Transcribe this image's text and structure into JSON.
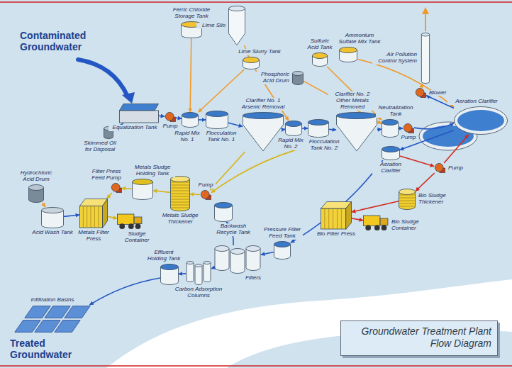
{
  "diagram": {
    "title": "Groundwater Treatment Plant Flow Diagram",
    "nodes": [
      {
        "text": [
          "Ferric Chloride Storage Tank"
        ]
      },
      {
        "text": [
          "Lime Silo"
        ]
      },
      {
        "text": [
          "Lime Slurry Tank"
        ]
      },
      {
        "text": [
          "Sulfuric Acid Tank"
        ]
      },
      {
        "text": [
          "Ammonium Sulfate Mix Tank"
        ]
      },
      {
        "text": [
          "Phosphoric Acid Drum"
        ]
      },
      {
        "text": [
          "Air Pollution Control System"
        ]
      },
      {
        "text": [
          "Blower"
        ]
      },
      {
        "text": [
          "Equalization Tank"
        ]
      },
      {
        "text": [
          "Skimmed Oil for Disposal"
        ]
      },
      {
        "text": [
          "Pump"
        ]
      },
      {
        "text": [
          "Rapid Mix No. 1"
        ]
      },
      {
        "text": [
          "Flocculation Tank No. 1"
        ]
      },
      {
        "text": [
          "Clarifier No. 1 Arsenic Removal"
        ]
      },
      {
        "text": [
          "Rapid Mix No. 2"
        ]
      },
      {
        "text": [
          "Flocculation Tank No. 2"
        ]
      },
      {
        "text": [
          "Clarifier No. 2 Other Metals Removed"
        ]
      },
      {
        "text": [
          "Neutralization Tank"
        ]
      },
      {
        "text": [
          "Pump"
        ]
      },
      {
        "text": [
          "Aeration Clarifier"
        ]
      },
      {
        "text": [
          "Aeration Clarifier"
        ]
      },
      {
        "text": [
          "Pump"
        ]
      },
      {
        "text": [
          "Bio Sludge Thickener"
        ]
      },
      {
        "text": [
          "Bio Filter Press"
        ]
      },
      {
        "text": [
          "Bio Sludge Container"
        ]
      },
      {
        "text": [
          "Hydrochloric Acid Drum"
        ]
      },
      {
        "text": [
          "Filter Press Feed Pump"
        ]
      },
      {
        "text": [
          "Metals Sludge Holding Tank"
        ]
      },
      {
        "text": [
          "Metals Sludge Thickener"
        ]
      },
      {
        "text": [
          "Pump"
        ]
      },
      {
        "text": [
          "Acid Wash Tank"
        ]
      },
      {
        "text": [
          "Metals Filter Press"
        ]
      },
      {
        "text": [
          "Sludge Container"
        ]
      },
      {
        "text": [
          "Backwash Recycle Tank"
        ]
      },
      {
        "text": [
          "Pressure Filter Feed Tank"
        ]
      },
      {
        "text": [
          "Filters"
        ]
      },
      {
        "text": [
          "Effluent Holding Tank"
        ]
      },
      {
        "text": [
          "Carbon Adsorption Columns"
        ]
      },
      {
        "text": [
          "Infiltration Basins"
        ]
      }
    ],
    "edges": [
      {
        "from": 8,
        "to": 10,
        "arrow": "to"
      },
      {
        "from": 10,
        "to": 11,
        "arrow": "to"
      },
      {
        "from": 11,
        "to": 12,
        "arrow": "to"
      },
      {
        "from": 12,
        "to": 13,
        "arrow": "to"
      },
      {
        "from": 13,
        "to": 14,
        "arrow": "to"
      },
      {
        "from": 14,
        "to": 15,
        "arrow": "to"
      },
      {
        "from": 15,
        "to": 16,
        "arrow": "to"
      },
      {
        "from": 16,
        "to": 17,
        "arrow": "to"
      },
      {
        "from": 17,
        "to": 18,
        "arrow": "to"
      },
      {
        "from": 18,
        "to": 19,
        "arrow": "to"
      },
      {
        "from": 19,
        "to": 20,
        "arrow": "to"
      },
      {
        "from": 20,
        "to": 34,
        "arrow": "to"
      },
      {
        "from": 34,
        "to": 35,
        "arrow": "to"
      },
      {
        "from": 35,
        "to": 37,
        "arrow": "to"
      },
      {
        "from": 37,
        "to": 36,
        "arrow": "to"
      },
      {
        "from": 36,
        "to": 38,
        "arrow": "to"
      },
      {
        "from": 35,
        "to": 33,
        "arrow": "to"
      },
      {
        "from": 8,
        "to": 9,
        "arrow": "to"
      },
      {
        "from": 0,
        "to": 11,
        "arrow": "to"
      },
      {
        "from": 1,
        "to": 2,
        "arrow": "to"
      },
      {
        "from": 2,
        "to": 11,
        "arrow": "to"
      },
      {
        "from": 2,
        "to": 14,
        "arrow": "to"
      },
      {
        "from": 3,
        "to": 17,
        "arrow": "to"
      },
      {
        "from": 5,
        "to": 17,
        "arrow": "to"
      },
      {
        "from": 4,
        "to": 19,
        "arrow": "to"
      },
      {
        "from": 19,
        "to": 7,
        "arrow": "to"
      },
      {
        "from": 7,
        "to": 6,
        "arrow": "to"
      },
      {
        "from": 13,
        "to": 29,
        "arrow": "to"
      },
      {
        "from": 16,
        "to": 29,
        "arrow": "to"
      },
      {
        "from": 29,
        "to": 28,
        "arrow": "to"
      },
      {
        "from": 28,
        "to": 27,
        "arrow": "to"
      },
      {
        "from": 27,
        "to": 26,
        "arrow": "to"
      },
      {
        "from": 26,
        "to": 31,
        "arrow": "to"
      },
      {
        "from": 31,
        "to": 32,
        "arrow": "to"
      },
      {
        "from": 25,
        "to": 30,
        "arrow": "to"
      },
      {
        "from": 30,
        "to": 31,
        "arrow": "to"
      },
      {
        "from": 20,
        "to": 21,
        "arrow": "to"
      },
      {
        "from": 21,
        "to": 19,
        "arrow": "to"
      },
      {
        "from": 21,
        "to": 22,
        "arrow": "to"
      },
      {
        "from": 22,
        "to": 23,
        "arrow": "to"
      },
      {
        "from": 23,
        "to": 24,
        "arrow": "to"
      }
    ],
    "labels": [
      "Contaminated Groundwater",
      "Treated Groundwater"
    ]
  }
}
